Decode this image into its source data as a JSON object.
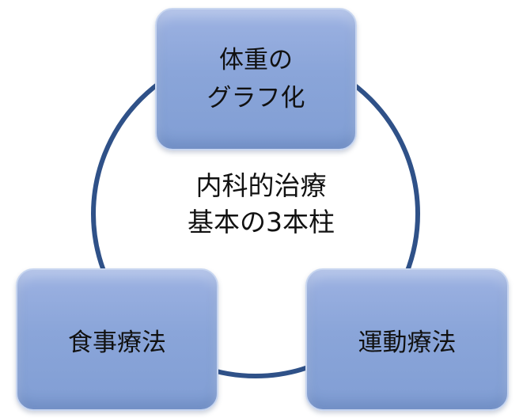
{
  "center": {
    "line1": "内科的治療",
    "line2": "基本の3本柱"
  },
  "nodes": {
    "top": {
      "line1": "体重の",
      "line2": "グラフ化"
    },
    "left": {
      "label": "食事療法"
    },
    "right": {
      "label": "運動療法"
    }
  },
  "colors": {
    "ring": "#2f5188",
    "box_fill": "#8aa5d9",
    "box_border": "#c8d6f0",
    "text": "#111111"
  }
}
